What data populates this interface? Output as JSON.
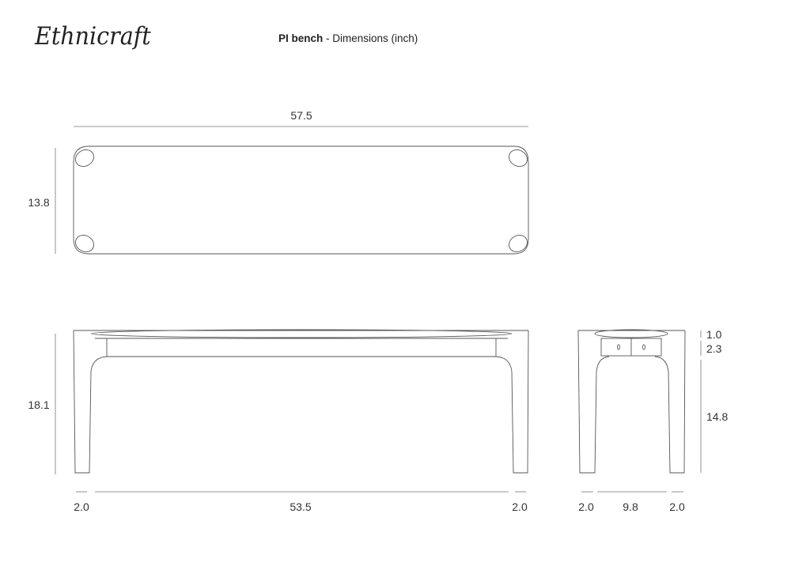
{
  "brand": {
    "logo_text": "Ethnicraft"
  },
  "header": {
    "product": "PI bench",
    "separator": " - ",
    "subtitle": "Dimensions (inch)"
  },
  "top_view": {
    "width": "57.5",
    "depth": "13.8"
  },
  "front_view": {
    "height": "18.1",
    "leg_left": "2.0",
    "span": "53.5",
    "leg_right": "2.0"
  },
  "side_view": {
    "top_thickness": "1.0",
    "apron": "2.3",
    "leg_height": "14.8",
    "leg_left": "2.0",
    "span": "9.8",
    "leg_right": "2.0"
  }
}
